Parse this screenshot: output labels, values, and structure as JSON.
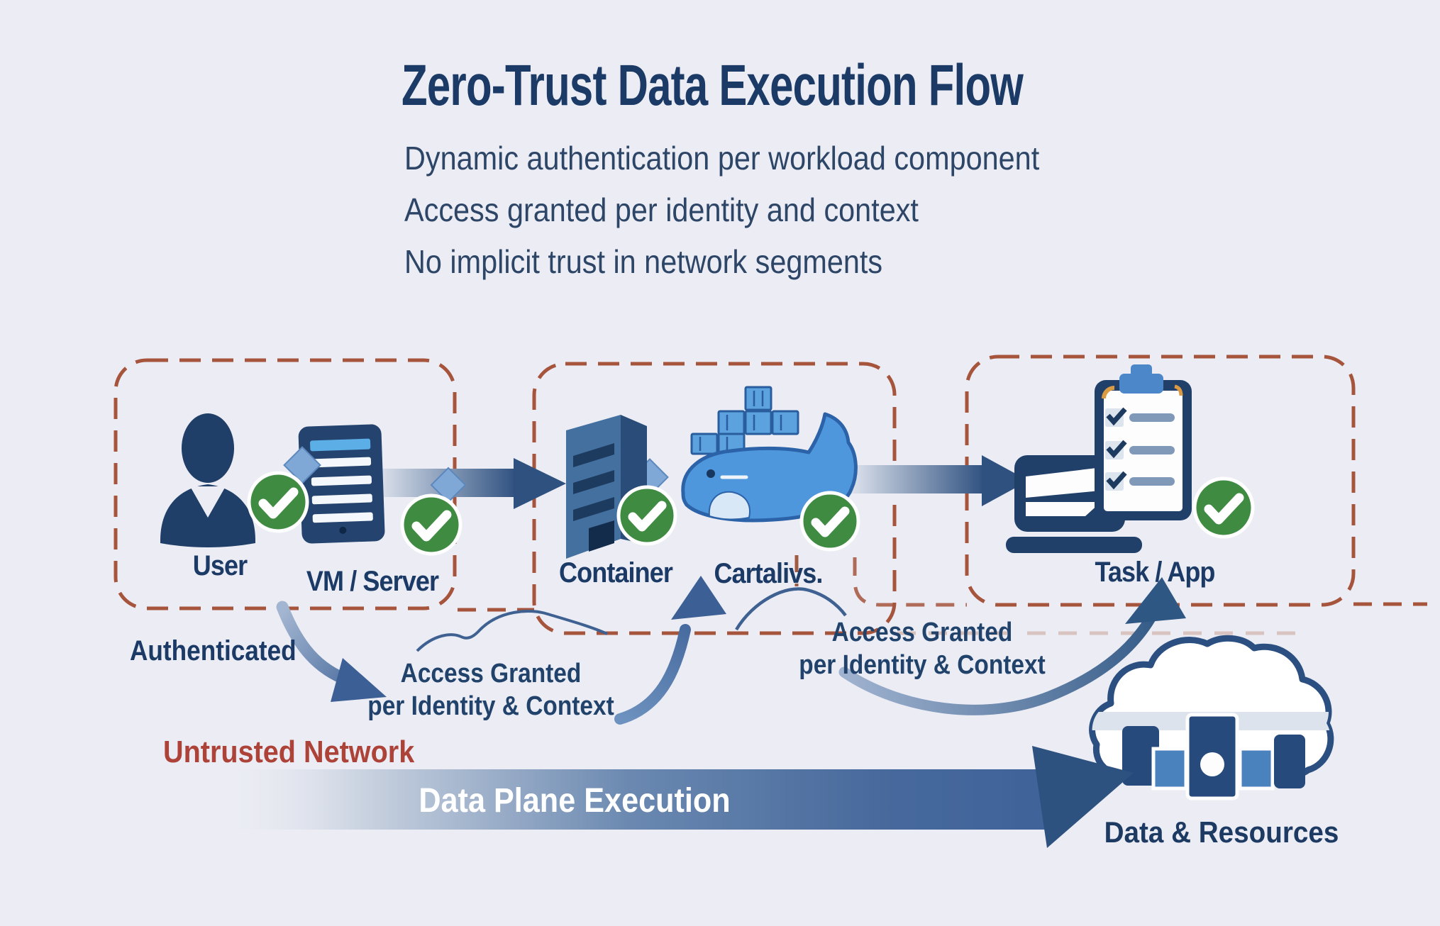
{
  "title": "Zero-Trust Data Execution Flow",
  "subtitles": [
    "Dynamic authentication per workload component",
    "Access granted per identity and context",
    "No implicit trust in network segments"
  ],
  "flow_boxes": [
    {
      "labels": [
        "User",
        "VM / Server"
      ]
    },
    {
      "labels": [
        "Container",
        "Cartalivs."
      ]
    },
    {
      "labels": [
        "Task / App"
      ]
    }
  ],
  "annotations": {
    "authenticated": "Authenticated",
    "access_granted_left": {
      "line1": "Access Granted",
      "line2": "per Identity & Context"
    },
    "access_granted_right": {
      "line1": "Access Granted",
      "line2": "per Identity & Context"
    },
    "untrusted_network": "Untrusted Network"
  },
  "banner": {
    "label": "Data Plane Execution"
  },
  "cloud": {
    "label": "Data & Resources"
  },
  "icons": [
    "user-icon",
    "server-icon",
    "building-icon",
    "docker-whale-icon",
    "laptop-icon",
    "clipboard-icon",
    "check-icon",
    "diamond-marker-icon",
    "cloud-icon",
    "arrow-icon"
  ],
  "colors": {
    "background": "#ecedf4",
    "navy_text": "#1c3a66",
    "subtitle_text": "#2d4566",
    "dashed_border": "#a6543c",
    "untrusted_red": "#ad4338",
    "check_green": "#3e8b41",
    "arrow_navy": "#2f5180",
    "banner_blue": "#4a71a3",
    "whale_blue": "#4f97dc"
  }
}
